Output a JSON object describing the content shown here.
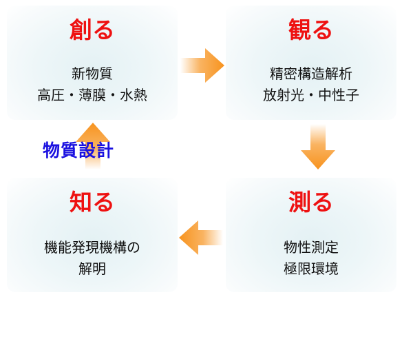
{
  "boxes": {
    "create": {
      "title": "創る",
      "lines": [
        "新物質",
        "高圧・薄膜・水熱"
      ]
    },
    "observe": {
      "title": "観る",
      "lines": [
        "精密構造解析",
        "放射光・中性子"
      ]
    },
    "measure": {
      "title": "測る",
      "lines": [
        "物性測定",
        "極限環境"
      ]
    },
    "know": {
      "title": "知る",
      "lines": [
        "機能発現機構の",
        "解明"
      ]
    }
  },
  "side_label": "物質設計",
  "colors": {
    "title": "#ee1111",
    "side_label": "#1a10e0",
    "arrow": "#f7931e",
    "box_fill": "#e4f1f4"
  }
}
